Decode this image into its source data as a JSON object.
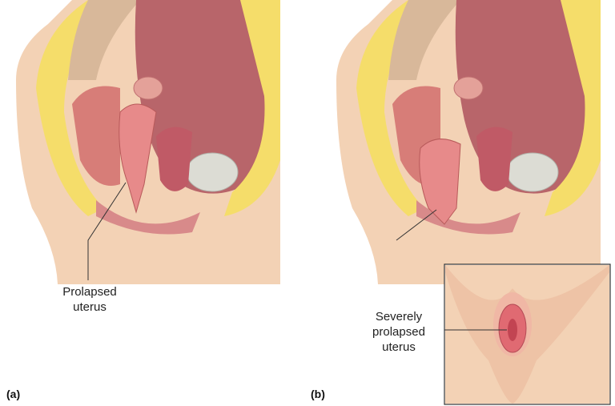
{
  "panels": [
    {
      "id": "a",
      "tag": "(a)",
      "label_lines": [
        "Prolapsed",
        "uterus"
      ]
    },
    {
      "id": "b",
      "tag": "(b)",
      "label_lines": [
        "Severely",
        "prolapsed",
        "uterus"
      ]
    }
  ],
  "colors": {
    "skin": "#f3d2b5",
    "fat": "#f5dd6a",
    "bone": "#e6d6c2",
    "muscle": "#c9837a",
    "uterus": "#e78a8a",
    "cavity": "#b8656a",
    "bladder": "#dcdcd4"
  }
}
